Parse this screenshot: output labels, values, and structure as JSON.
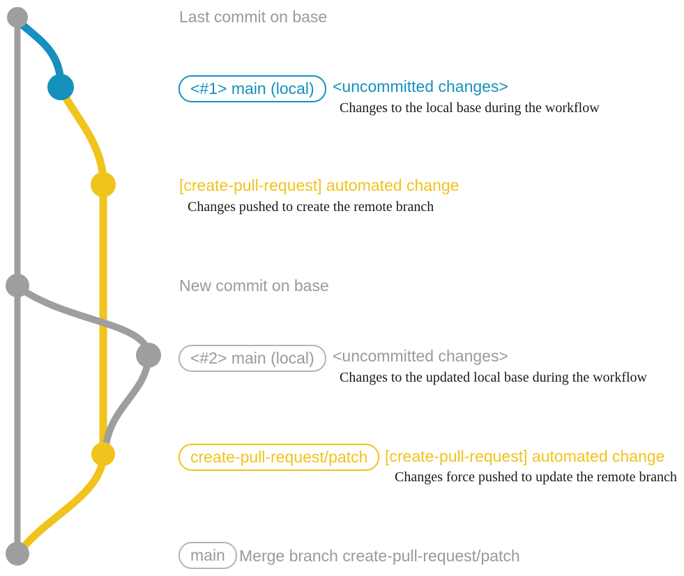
{
  "colors": {
    "blue": "#1591bc",
    "yellow": "#f0c31d",
    "gray": "#9e9e9e",
    "gray_text": "#9a9a9a",
    "gray_border": "#b4b4b4"
  },
  "graph": {
    "branches": [
      {
        "name": "base",
        "color": "gray"
      },
      {
        "name": "main (local)",
        "color": "blue-then-gray"
      },
      {
        "name": "create-pull-request/patch",
        "color": "yellow"
      }
    ],
    "commit_names": [
      "last-commit-on-base",
      "uncommitted-changes-1",
      "automated-change-1",
      "new-commit-on-base",
      "uncommitted-changes-2",
      "automated-change-2",
      "merge-commit"
    ]
  },
  "annotations": {
    "last_commit": "Last commit on base",
    "row1": {
      "branch_label": "<#1> main (local)",
      "title": "<uncommitted changes>",
      "description": "Changes to the local base during the workflow"
    },
    "row2": {
      "title": "[create-pull-request] automated change",
      "description": "Changes pushed to create the remote branch"
    },
    "new_commit": "New commit on base",
    "row3": {
      "branch_label": "<#2> main (local)",
      "title": "<uncommitted changes>",
      "description": "Changes to the updated local base during the workflow"
    },
    "row4": {
      "branch_label": "create-pull-request/patch",
      "title": "[create-pull-request] automated change",
      "description": "Changes force pushed to update the remote branch"
    },
    "row5": {
      "branch_label": "main",
      "title": "Merge branch create-pull-request/patch"
    }
  }
}
